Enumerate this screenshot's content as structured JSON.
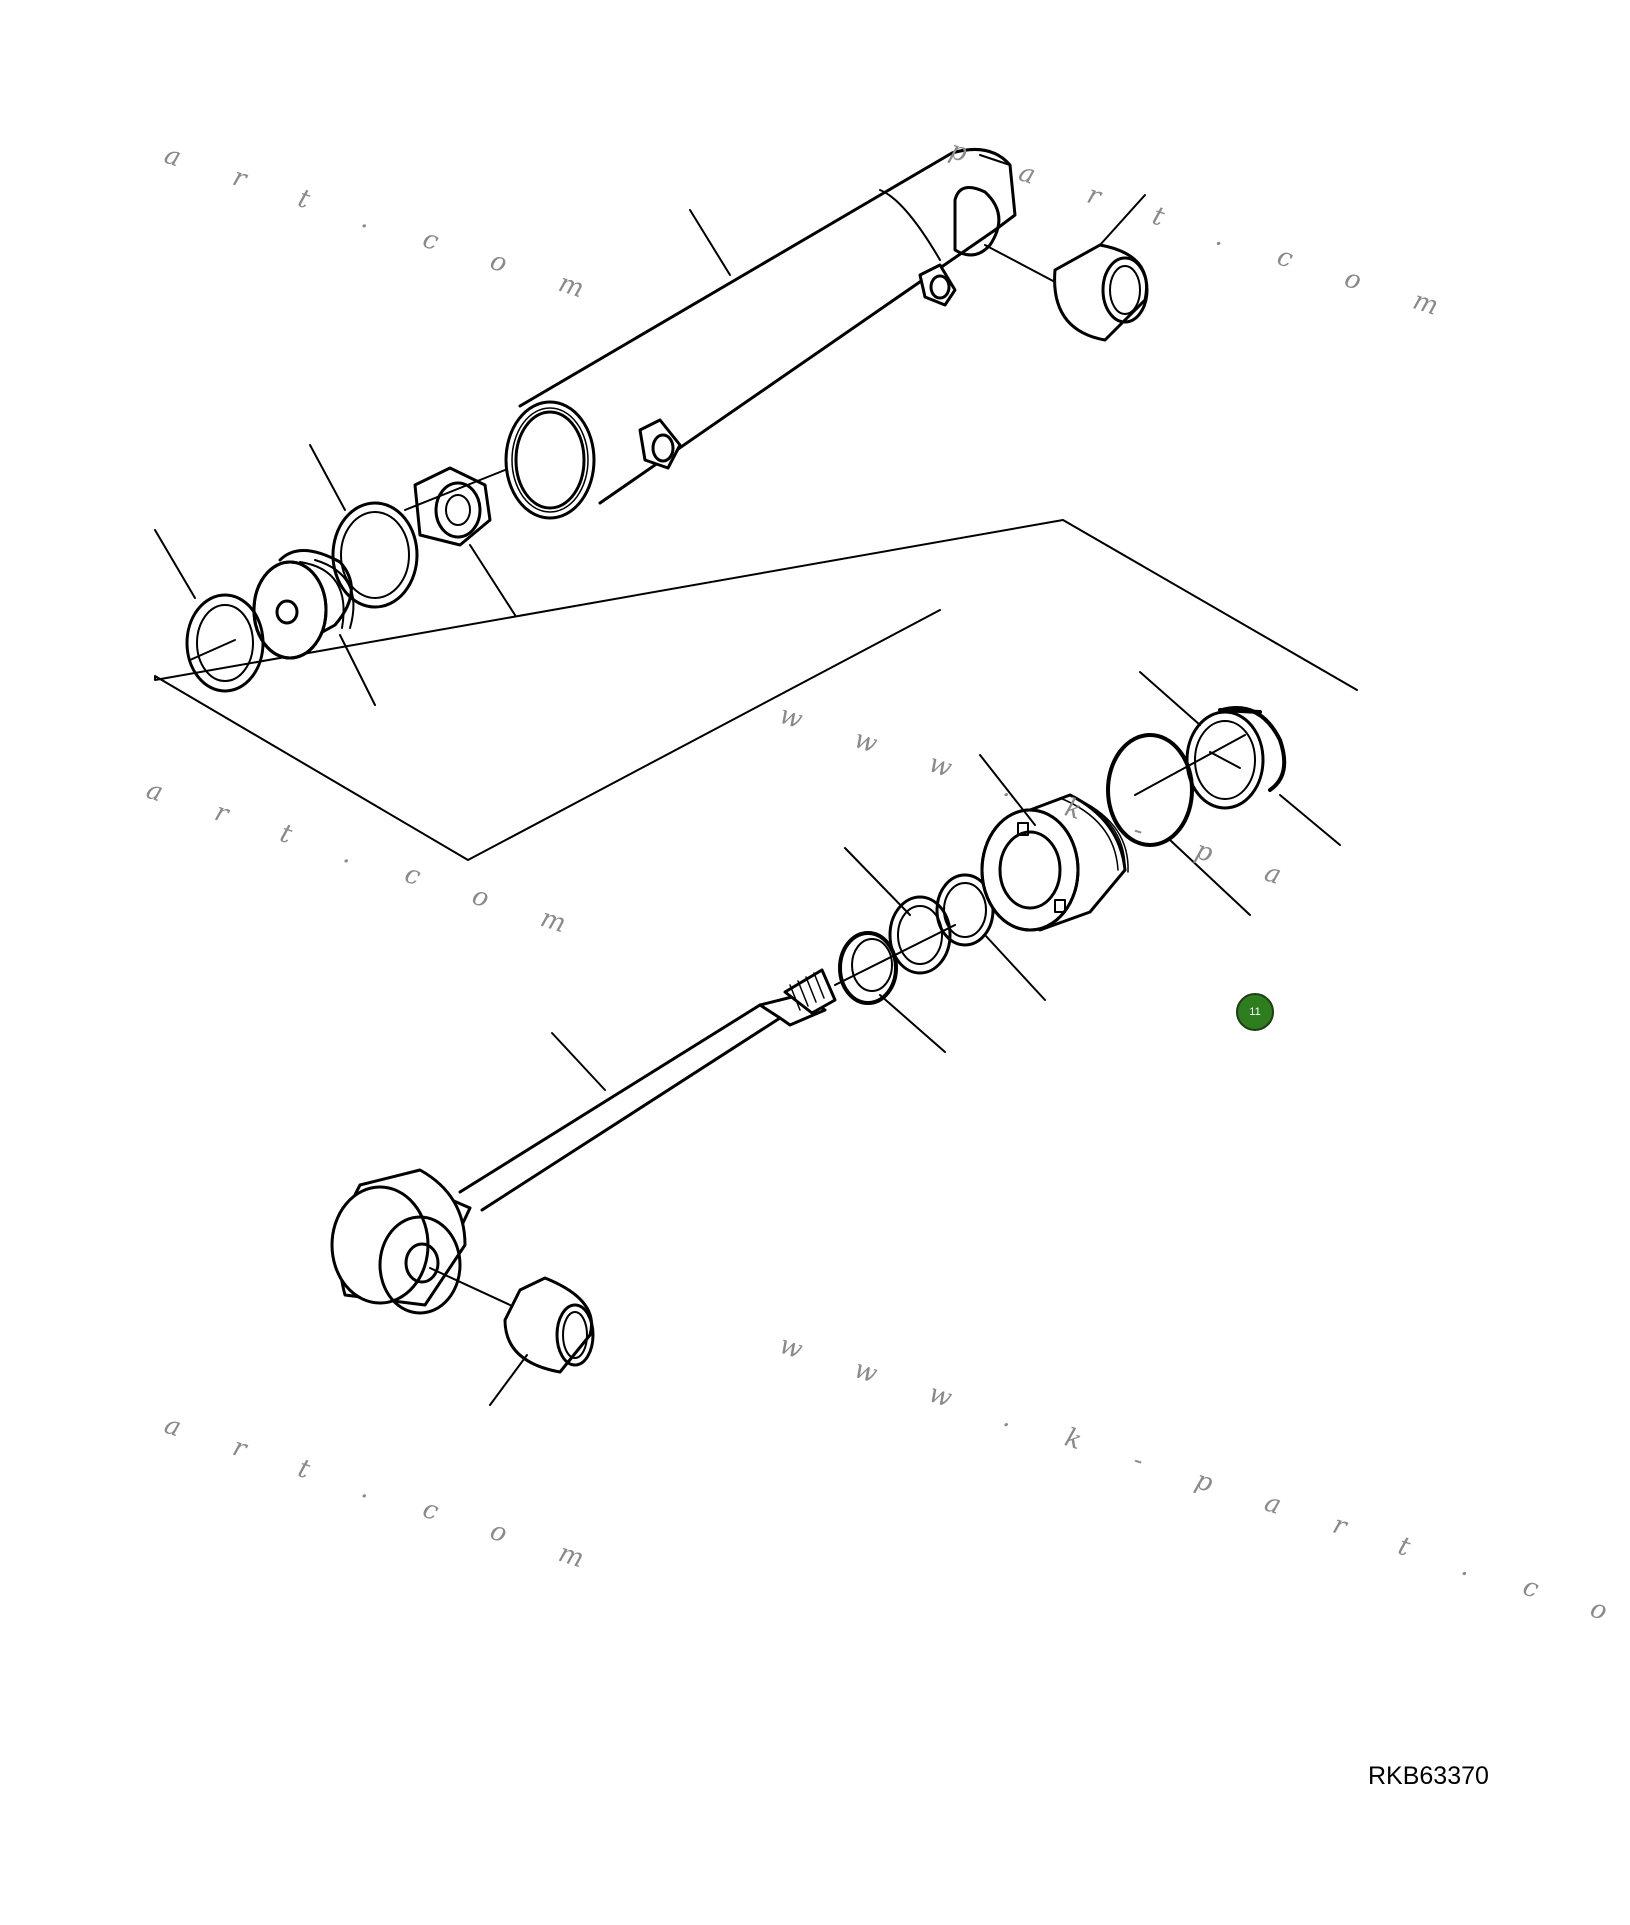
{
  "drawing": {
    "code": "RKB63370",
    "callout_badge": {
      "label": "11",
      "color": "#2e7d1e"
    }
  },
  "watermarks": [
    "a r t . c o m",
    "p a r t . c o m",
    "w w w . k - p a",
    "a r t . c o m",
    "a r t . c o m",
    "w w w . k - p a r t . c o m"
  ],
  "colors": {
    "line": "#000000",
    "watermark": "#8a8a8a",
    "background": "#ffffff"
  }
}
